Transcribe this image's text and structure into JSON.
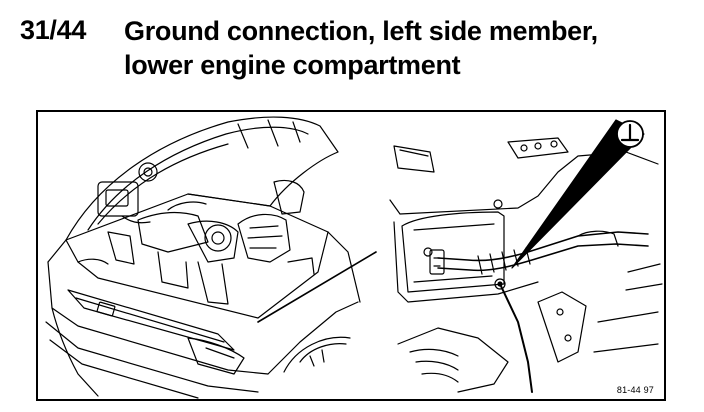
{
  "header": {
    "figure_number": "31/44",
    "title_line_1": "Ground connection, left side member,",
    "title_line_2": "lower engine compartment"
  },
  "figure": {
    "ground_symbol_icon": "ground-symbol-icon",
    "reference_code": "81-44 97"
  }
}
